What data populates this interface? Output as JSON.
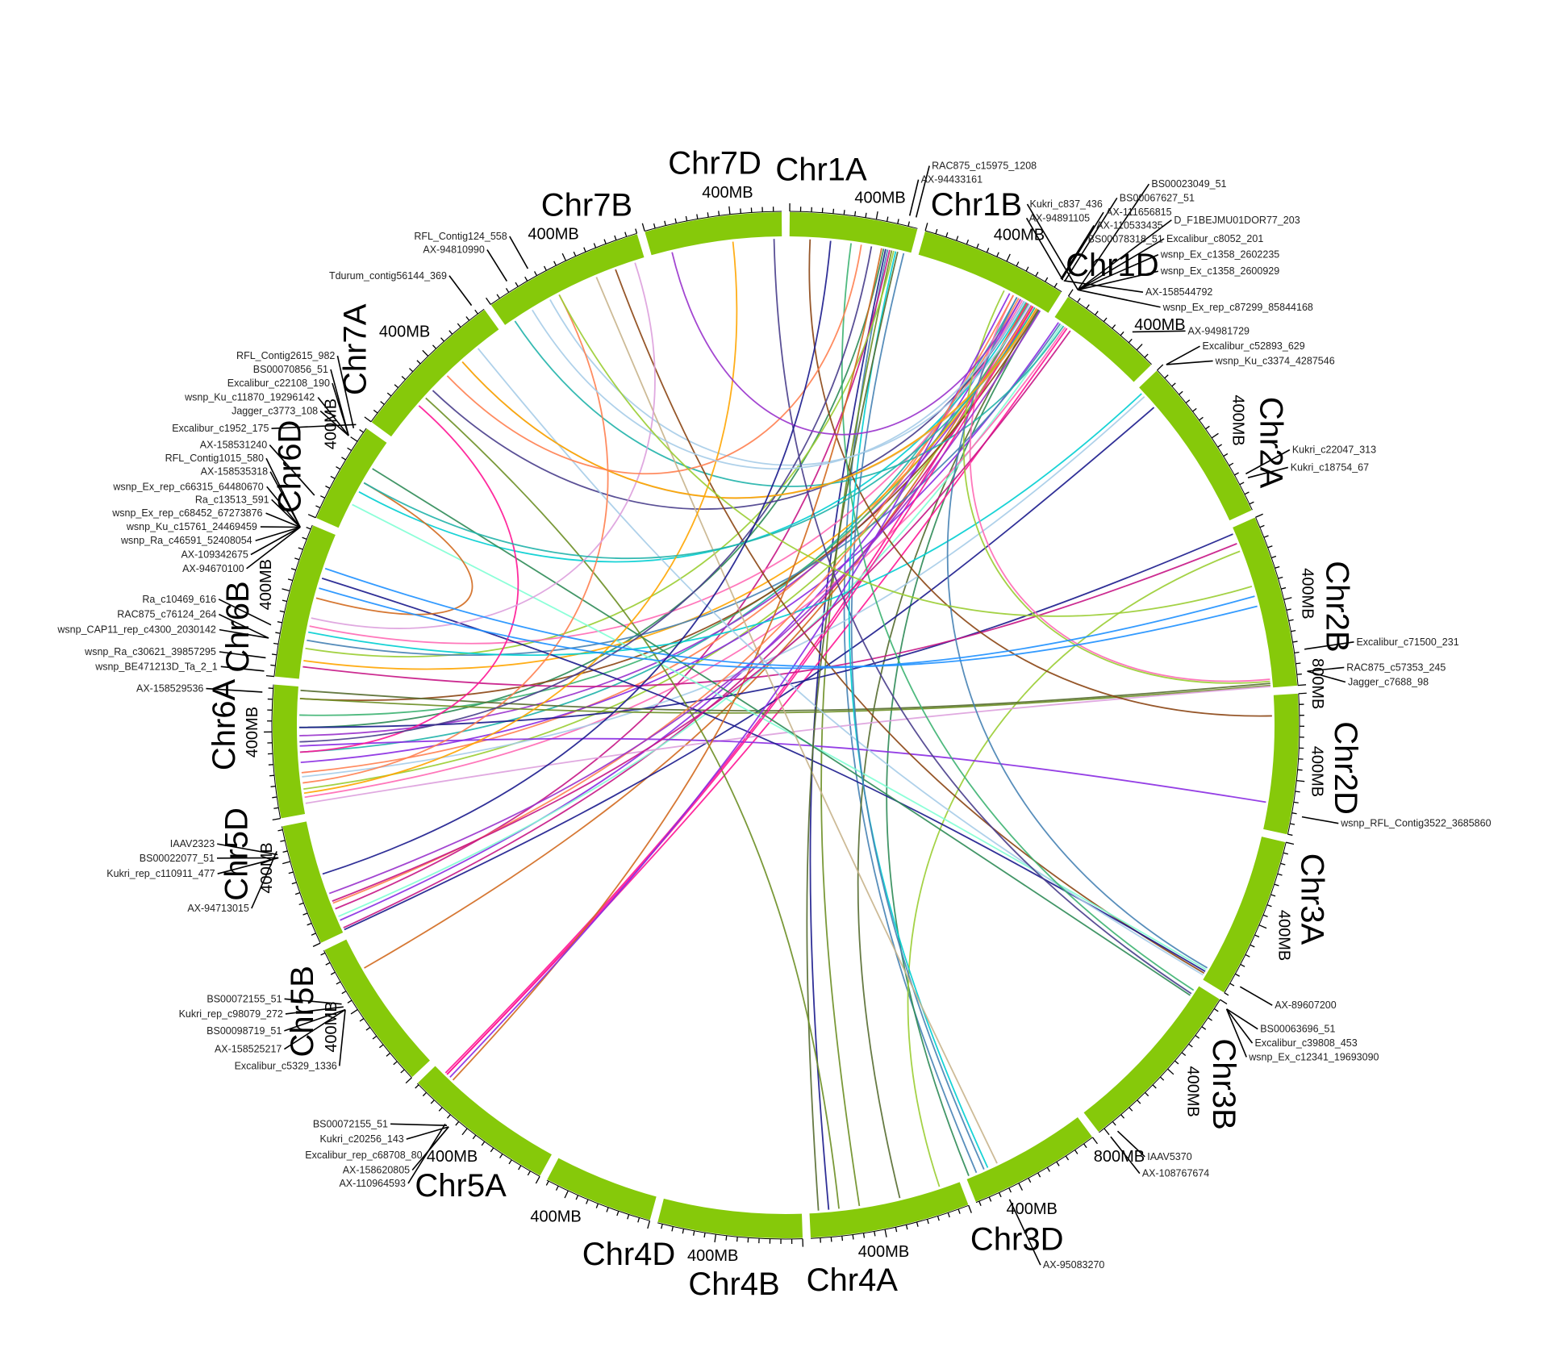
{
  "chromosomes": [
    {
      "name": "Chr1A",
      "size": 594,
      "tick_labels": [
        "400MB"
      ]
    },
    {
      "name": "Chr1B",
      "size": 689,
      "tick_labels": [
        "400MB"
      ]
    },
    {
      "name": "Chr1D",
      "size": 495,
      "tick_labels": [
        "400MB"
      ]
    },
    {
      "name": "Chr2A",
      "size": 780,
      "tick_labels": [
        "400MB"
      ]
    },
    {
      "name": "Chr2B",
      "size": 801,
      "tick_labels": [
        "400MB",
        "800MB"
      ]
    },
    {
      "name": "Chr2D",
      "size": 651,
      "tick_labels": [
        "400MB"
      ]
    },
    {
      "name": "Chr3A",
      "size": 750,
      "tick_labels": [
        "400MB"
      ]
    },
    {
      "name": "Chr3B",
      "size": 830,
      "tick_labels": [
        "400MB",
        "800MB"
      ]
    },
    {
      "name": "Chr3D",
      "size": 615,
      "tick_labels": [
        "400MB"
      ]
    },
    {
      "name": "Chr4A",
      "size": 744,
      "tick_labels": [
        "400MB"
      ]
    },
    {
      "name": "Chr4B",
      "size": 673,
      "tick_labels": [
        "400MB"
      ]
    },
    {
      "name": "Chr4D",
      "size": 509,
      "tick_labels": [
        "400MB"
      ]
    },
    {
      "name": "Chr5A",
      "size": 709,
      "tick_labels": [
        "400MB"
      ]
    },
    {
      "name": "Chr5B",
      "size": 713,
      "tick_labels": [
        "400MB"
      ]
    },
    {
      "name": "Chr5D",
      "size": 566,
      "tick_labels": [
        "400MB"
      ]
    },
    {
      "name": "Chr6A",
      "size": 618,
      "tick_labels": [
        "400MB"
      ]
    },
    {
      "name": "Chr6B",
      "size": 720,
      "tick_labels": [
        "400MB"
      ]
    },
    {
      "name": "Chr6D",
      "size": 473,
      "tick_labels": [
        "400MB"
      ]
    },
    {
      "name": "Chr7A",
      "size": 736,
      "tick_labels": [
        "400MB"
      ]
    },
    {
      "name": "Chr7B",
      "size": 750,
      "tick_labels": [
        "400MB"
      ]
    },
    {
      "name": "Chr7D",
      "size": 638,
      "tick_labels": [
        "400MB"
      ]
    }
  ],
  "ring_color": "#86c90a",
  "markers": [
    {
      "chr": "Chr1A",
      "pos": 545,
      "group": "1a1",
      "label": "AX-94433161"
    },
    {
      "chr": "Chr1A",
      "pos": 575,
      "group": "1a2",
      "label": "RAC875_c15975_1208"
    },
    {
      "chr": "Chr1B",
      "pos": 655,
      "group": "1b1",
      "label": "BS00078318_51"
    },
    {
      "chr": "Chr1B",
      "pos": 655,
      "group": "1b1",
      "label": "AX-110533435"
    },
    {
      "chr": "Chr1B",
      "pos": 660,
      "group": "1b1",
      "label": "AX-111656815"
    },
    {
      "chr": "Chr1B",
      "pos": 665,
      "group": "1b1",
      "label": "AX-94891105"
    },
    {
      "chr": "Chr1B",
      "pos": 670,
      "group": "1b1",
      "label": "AX-158544792"
    },
    {
      "chr": "Chr1B",
      "pos": 675,
      "group": "1b1",
      "label": "BS00067627_51"
    },
    {
      "chr": "Chr1D",
      "pos": 20,
      "group": "1d1",
      "label": "wsnp_Ex_rep_c87299_85844168"
    },
    {
      "chr": "Chr1D",
      "pos": 20,
      "group": "1d1",
      "label": "wsnp_Ex_c1358_2600929"
    },
    {
      "chr": "Chr1D",
      "pos": 20,
      "group": "1d1",
      "label": "wsnp_Ex_c1358_2602235"
    },
    {
      "chr": "Chr1D",
      "pos": 20,
      "group": "1d1",
      "label": "Kukri_c837_436"
    },
    {
      "chr": "Chr1D",
      "pos": 20,
      "group": "1d1",
      "label": "Excalibur_c8052_201"
    },
    {
      "chr": "Chr1D",
      "pos": 20,
      "group": "1d1",
      "label": "BS00023049_51"
    },
    {
      "chr": "Chr1D",
      "pos": 20,
      "group": "1d1",
      "label": "D_F1BEJMU01DOR77_203"
    },
    {
      "chr": "Chr1D",
      "pos": 330,
      "group": "1d2",
      "label": "AX-94981729"
    },
    {
      "chr": "Chr2A",
      "pos": 10,
      "group": "2a0",
      "label": "Excalibur_c52893_629"
    },
    {
      "chr": "Chr2A",
      "pos": 10,
      "group": "2a0",
      "label": "wsnp_Ku_c3374_4287546"
    },
    {
      "chr": "Chr2A",
      "pos": 620,
      "group": "2a1",
      "label": "Kukri_c22047_313"
    },
    {
      "chr": "Chr2A",
      "pos": 640,
      "group": "2a2",
      "label": "Kukri_c18754_67"
    },
    {
      "chr": "Chr2B",
      "pos": 640,
      "group": "2b1",
      "label": "Excalibur_c71500_231"
    },
    {
      "chr": "Chr2B",
      "pos": 740,
      "group": "2b2",
      "label": "RAC875_c57353_245"
    },
    {
      "chr": "Chr2B",
      "pos": 740,
      "group": "2b2",
      "label": "Jagger_c7688_98"
    },
    {
      "chr": "Chr2D",
      "pos": 560,
      "group": "2d1",
      "label": "wsnp_RFL_Contig3522_3685860"
    },
    {
      "chr": "Chr3A",
      "pos": 690,
      "group": "3a1",
      "label": "AX-89607200"
    },
    {
      "chr": "Chr3B",
      "pos": 20,
      "group": "3b1",
      "label": "BS00063696_51"
    },
    {
      "chr": "Chr3B",
      "pos": 20,
      "group": "3b1",
      "label": "Excalibur_c39808_453"
    },
    {
      "chr": "Chr3B",
      "pos": 20,
      "group": "3b1",
      "label": "wsnp_Ex_c12341_19693090"
    },
    {
      "chr": "Chr3B",
      "pos": 760,
      "group": "3b2",
      "label": "IAAV5370"
    },
    {
      "chr": "Chr3B",
      "pos": 800,
      "group": "3b3",
      "label": "AX-108767674"
    },
    {
      "chr": "Chr3D",
      "pos": 470,
      "group": "3d1",
      "label": "AX-95083270"
    },
    {
      "chr": "Chr5A",
      "pos": 470,
      "group": "5a1",
      "label": "Excalibur_rep_c68708_80"
    },
    {
      "chr": "Chr5A",
      "pos": 470,
      "group": "5a1",
      "label": "AX-158620805"
    },
    {
      "chr": "Chr5A",
      "pos": 470,
      "group": "5a1",
      "label": "Kukri_c20256_143"
    },
    {
      "chr": "Chr5A",
      "pos": 480,
      "group": "5a2",
      "label": "BS00072155_51"
    },
    {
      "chr": "Chr5A",
      "pos": 490,
      "group": "5a3",
      "label": "AX-110964593"
    },
    {
      "chr": "Chr5B",
      "pos": 430,
      "group": "5b1",
      "label": "AX-158525217"
    },
    {
      "chr": "Chr5B",
      "pos": 430,
      "group": "5b1",
      "label": "Excalibur_c5329_1336"
    },
    {
      "chr": "Chr5B",
      "pos": 430,
      "group": "5b1",
      "label": "BS00098719_51"
    },
    {
      "chr": "Chr5B",
      "pos": 445,
      "group": "5b2",
      "label": "Kukri_rep_c98079_272"
    },
    {
      "chr": "Chr5B",
      "pos": 460,
      "group": "5b3",
      "label": "BS00072155_51"
    },
    {
      "chr": "Chr5D",
      "pos": 430,
      "group": "5d1",
      "label": "Kukri_rep_c110911_477"
    },
    {
      "chr": "Chr5D",
      "pos": 430,
      "group": "5d1",
      "label": "BS00022077_51"
    },
    {
      "chr": "Chr5D",
      "pos": 445,
      "group": "5d2",
      "label": "IAAV2323"
    },
    {
      "chr": "Chr5D",
      "pos": 460,
      "group": "5d3",
      "label": "AX-94713015"
    },
    {
      "chr": "Chr6A",
      "pos": 580,
      "group": "6a1",
      "label": "AX-158529536"
    },
    {
      "chr": "Chr6B",
      "pos": 20,
      "group": "6b0",
      "label": "wsnp_BE471213D_Ta_2_1"
    },
    {
      "chr": "Chr6B",
      "pos": 80,
      "group": "6b01",
      "label": "wsnp_Ra_c30621_39857295"
    },
    {
      "chr": "Chr6B",
      "pos": 170,
      "group": "6b1",
      "label": "wsnp_CAP11_rep_c4300_2030142"
    },
    {
      "chr": "Chr6B",
      "pos": 170,
      "group": "6b1",
      "label": "RAC875_c76124_264"
    },
    {
      "chr": "Chr6B",
      "pos": 230,
      "group": "6b2",
      "label": "Ra_c10469_616"
    },
    {
      "chr": "Chr6B",
      "pos": 690,
      "group": "6b3",
      "label": "wsnp_Ex_rep_c68452_67273876"
    },
    {
      "chr": "Chr6B",
      "pos": 690,
      "group": "6b3",
      "label": "Ra_c13513_591"
    },
    {
      "chr": "Chr6B",
      "pos": 690,
      "group": "6b3",
      "label": "wsnp_Ku_c15761_24469459"
    },
    {
      "chr": "Chr6B",
      "pos": 690,
      "group": "6b3",
      "label": "wsnp_Ra_c46591_52408054"
    },
    {
      "chr": "Chr6B",
      "pos": 690,
      "group": "6b3",
      "label": "wsnp_Ex_rep_c66315_64480670"
    },
    {
      "chr": "Chr6B",
      "pos": 690,
      "group": "6b3",
      "label": "AX-109342675"
    },
    {
      "chr": "Chr6B",
      "pos": 690,
      "group": "6b3",
      "label": "AX-158535318"
    },
    {
      "chr": "Chr6B",
      "pos": 690,
      "group": "6b3",
      "label": "AX-94670100"
    },
    {
      "chr": "Chr6B",
      "pos": 690,
      "group": "6b3",
      "label": "RFL_Contig1015_580"
    },
    {
      "chr": "Chr6D",
      "pos": 90,
      "group": "6d0",
      "label": "AX-158531240"
    },
    {
      "chr": "Chr6D",
      "pos": 400,
      "group": "6d1",
      "label": "Jagger_c3773_108"
    },
    {
      "chr": "Chr6D",
      "pos": 400,
      "group": "6d1",
      "label": "wsnp_Ku_c11870_19296142"
    },
    {
      "chr": "Chr6D",
      "pos": 400,
      "group": "6d1",
      "label": "Excalibur_c22108_190"
    },
    {
      "chr": "Chr6D",
      "pos": 400,
      "group": "6d1",
      "label": "BS00070856_51"
    },
    {
      "chr": "Chr6D",
      "pos": 440,
      "group": "6d2",
      "label": "RFL_Contig2615_982"
    },
    {
      "chr": "Chr6D",
      "pos": 460,
      "group": "6d3",
      "label": "Excalibur_c1952_175"
    },
    {
      "chr": "Chr7A",
      "pos": 700,
      "group": "7a1",
      "label": "Tdurum_contig56144_369"
    },
    {
      "chr": "Chr7B",
      "pos": 120,
      "group": "7b1",
      "label": "AX-94810990"
    },
    {
      "chr": "Chr7B",
      "pos": 230,
      "group": "7b2",
      "label": "RFL_Contig124_558"
    }
  ],
  "link_colors": [
    "#1a1a8c",
    "#2e8b57",
    "#c71585",
    "#9acd32",
    "#ff7f50",
    "#4682b4",
    "#8a2be2",
    "#20b2aa",
    "#d2691e",
    "#a6cce8",
    "#6b8e23",
    "#ff69b4",
    "#483d8b",
    "#00ced1",
    "#8b4513",
    "#dda0dd",
    "#3cb371",
    "#ffa500",
    "#7fffd4",
    "#c8b48c",
    "#9932cc",
    "#556b2f",
    "#ff1493",
    "#1e90ff"
  ],
  "links": [
    [
      "Chr1A",
      470,
      "Chr4A",
      650,
      0
    ],
    [
      "Chr1A",
      480,
      "Chr3D",
      560,
      5
    ],
    [
      "Chr1A",
      500,
      "Chr4A",
      500,
      10
    ],
    [
      "Chr1A",
      460,
      "Chr6A",
      420,
      1
    ],
    [
      "Chr1A",
      490,
      "Chr5D",
      120,
      2
    ],
    [
      "Chr1A",
      510,
      "Chr6B",
      150,
      3
    ],
    [
      "Chr1B",
      520,
      "Chr6A",
      300,
      7
    ],
    [
      "Chr1B",
      530,
      "Chr6A",
      200,
      4
    ],
    [
      "Chr1B",
      540,
      "Chr5D",
      60,
      6
    ],
    [
      "Chr1B",
      550,
      "Chr6B",
      260,
      11
    ],
    [
      "Chr1B",
      560,
      "Chr7A",
      300,
      12
    ],
    [
      "Chr1B",
      570,
      "Chr6D",
      200,
      13
    ],
    [
      "Chr1B",
      575,
      "Chr5B",
      550,
      8
    ],
    [
      "Chr1B",
      580,
      "Chr5A",
      650,
      22
    ],
    [
      "Chr1B",
      585,
      "Chr6A",
      480,
      16
    ],
    [
      "Chr1B",
      590,
      "Chr7B",
      250,
      9
    ],
    [
      "Chr1B",
      600,
      "Chr6A",
      380,
      20
    ],
    [
      "Chr1B",
      605,
      "Chr6B",
      90,
      17
    ],
    [
      "Chr1B",
      610,
      "Chr5D",
      20,
      2
    ],
    [
      "Chr1B",
      620,
      "Chr6A",
      120,
      3
    ],
    [
      "Chr1B",
      630,
      "Chr4A",
      300,
      21
    ],
    [
      "Chr1B",
      635,
      "Chr7A",
      500,
      19
    ],
    [
      "Chr1B",
      640,
      "Chr6A",
      560,
      14
    ],
    [
      "Chr1B",
      645,
      "Chr3D",
      600,
      1
    ],
    [
      "Chr1D",
      30,
      "Chr6A",
      250,
      6
    ],
    [
      "Chr1D",
      40,
      "Chr6B",
      190,
      5
    ],
    [
      "Chr1D",
      50,
      "Chr5D",
      80,
      18
    ],
    [
      "Chr1D",
      60,
      "Chr7B",
      50,
      7
    ],
    [
      "Chr1D",
      70,
      "Chr6A",
      80,
      11
    ],
    [
      "Chr1D",
      80,
      "Chr5A",
      640,
      22
    ],
    [
      "Chr2A",
      30,
      "Chr6B",
      230,
      13
    ],
    [
      "Chr2A",
      50,
      "Chr6A",
      180,
      9
    ],
    [
      "Chr2A",
      120,
      "Chr5D",
      10,
      0
    ],
    [
      "Chr2B",
      30,
      "Chr6A",
      420,
      0
    ],
    [
      "Chr2B",
      80,
      "Chr6B",
      60,
      2
    ],
    [
      "Chr2B",
      120,
      "Chr4A",
      100,
      3
    ],
    [
      "Chr2B",
      780,
      "Chr6A",
      600,
      21
    ],
    [
      "Chr2B",
      790,
      "Chr6A",
      560,
      10
    ],
    [
      "Chr2B",
      795,
      "Chr6A",
      50,
      15
    ],
    [
      "Chr2B",
      760,
      "Chr1B",
      500,
      11
    ],
    [
      "Chr2B",
      770,
      "Chr1B",
      450,
      3
    ],
    [
      "Chr2D",
      520,
      "Chr6A",
      330,
      6
    ],
    [
      "Chr2D",
      100,
      "Chr1A",
      100,
      14
    ],
    [
      "Chr3A",
      720,
      "Chr7B",
      600,
      14
    ],
    [
      "Chr3A",
      700,
      "Chr6D",
      130,
      18
    ],
    [
      "Chr3A",
      690,
      "Chr1B",
      520,
      5
    ],
    [
      "Chr3A",
      710,
      "Chr6B",
      500,
      0
    ],
    [
      "Chr3A",
      730,
      "Chr7A",
      600,
      9
    ],
    [
      "Chr3B",
      50,
      "Chr7D",
      600,
      12
    ],
    [
      "Chr3B",
      60,
      "Chr6D",
      330,
      1
    ],
    [
      "Chr3B",
      30,
      "Chr1A",
      300,
      16
    ],
    [
      "Chr3D",
      500,
      "Chr1A",
      520,
      13
    ],
    [
      "Chr3D",
      520,
      "Chr1A",
      560,
      5
    ],
    [
      "Chr3D",
      450,
      "Chr7B",
      500,
      19
    ],
    [
      "Chr4A",
      700,
      "Chr1A",
      530,
      21
    ],
    [
      "Chr4A",
      600,
      "Chr7A",
      250,
      10
    ],
    [
      "Chr5A",
      640,
      "Chr1B",
      610,
      22
    ],
    [
      "Chr5A",
      600,
      "Chr1A",
      450,
      8
    ],
    [
      "Chr5A",
      620,
      "Chr1B",
      480,
      6
    ],
    [
      "Chr5D",
      150,
      "Chr1B",
      500,
      4
    ],
    [
      "Chr5D",
      160,
      "Chr1D",
      100,
      2
    ],
    [
      "Chr5D",
      200,
      "Chr1B",
      650,
      20
    ],
    [
      "Chr6A",
      100,
      "Chr7D",
      400,
      17
    ],
    [
      "Chr6A",
      150,
      "Chr7B",
      300,
      4
    ],
    [
      "Chr6A",
      300,
      "Chr7A",
      200,
      22
    ],
    [
      "Chr6A",
      350,
      "Chr1A",
      400,
      12
    ],
    [
      "Chr6B",
      300,
      "Chr7B",
      700,
      15
    ],
    [
      "Chr6B",
      400,
      "Chr6D",
      250,
      8
    ],
    [
      "Chr6B",
      550,
      "Chr2B",
      400,
      23
    ],
    [
      "Chr6D",
      250,
      "Chr1B",
      620,
      7
    ],
    [
      "Chr7A",
      500,
      "Chr1B",
      630,
      17
    ],
    [
      "Chr7A",
      400,
      "Chr1A",
      350,
      4
    ],
    [
      "Chr7B",
      150,
      "Chr1B",
      560,
      9
    ],
    [
      "Chr7B",
      300,
      "Chr2B",
      300,
      3
    ],
    [
      "Chr7D",
      100,
      "Chr1B",
      540,
      20
    ],
    [
      "Chr6B",
      450,
      "Chr2B",
      350,
      23
    ],
    [
      "Chr5D",
      300,
      "Chr1A",
      200,
      0
    ]
  ]
}
